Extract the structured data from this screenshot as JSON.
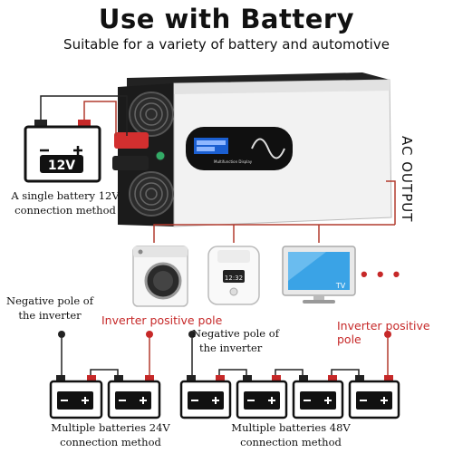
{
  "header": {
    "title": "Use with Battery",
    "subtitle": "Suitable for a variety of battery and automotive"
  },
  "inverter": {
    "display_text": "Multifunction Display"
  },
  "single_battery": {
    "badge": "12V",
    "caption_line1": "A single battery 12V",
    "caption_line2": "connection method"
  },
  "ac_output_label": "AC OUTPUT",
  "appliances": {
    "microwave_display": "12:32",
    "tv_label": "TV",
    "more": "• • •"
  },
  "bank_24v": {
    "negative_line1": "Negative pole of",
    "negative_line2": "the inverter",
    "positive_label": "Inverter positive pole",
    "caption_line1": "Multiple batteries 24V",
    "caption_line2": "connection method"
  },
  "bank_48v": {
    "negative_line1": "Negative pole of",
    "negative_line2": "the inverter",
    "positive_label": "Inverter positive pole",
    "caption_line1": "Multiple batteries 48V",
    "caption_line2": "connection method"
  },
  "colors": {
    "wire": "#b23b2e",
    "positive_terminal": "#c62828",
    "negative_terminal": "#222222",
    "inverter_body": "#f4f4f4"
  }
}
